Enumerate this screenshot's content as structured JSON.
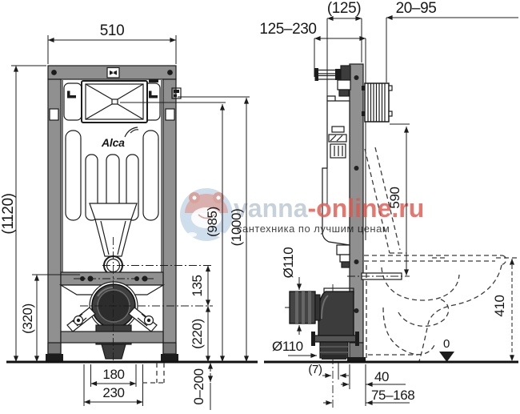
{
  "page": {
    "background": "#ffffff"
  },
  "brand": {
    "logo_text": "Alca"
  },
  "front_view": {
    "dims": {
      "width": "510",
      "overall_height": "(1120)",
      "lower_section_height": "(320)",
      "flush_to_drain": "135",
      "drain_center_height": "(220)",
      "flush_plate_center_height": "(985)",
      "bracket_height": "(1000)",
      "bolt_spacing": "180",
      "outer_bolt_spacing": "230",
      "leg_adjustment": "0–200"
    }
  },
  "side_view": {
    "dims": {
      "wall_anchor_range": "125–230",
      "frame_depth": "(125)",
      "finishing_thickness": "20–95",
      "flush_pipe_length": "590",
      "outlet_diameter": "Ø110",
      "drain_diameter": "Ø110",
      "bowl_top_height": "410",
      "floor_datum": "0",
      "outlet_offset": "(7)",
      "profile_depth": "40",
      "drain_axis_range": "75–168"
    }
  },
  "watermark": {
    "site_name": "vanna",
    "site_domain": "-online.ru",
    "tagline": "сантехника по лучшим ценам"
  },
  "colors": {
    "frame_gray": "#909090",
    "pipe_dark": "#3c3c3c",
    "watermark_blue": "#b8c6d2",
    "watermark_red": "#e0564c",
    "line_black": "#1c1c1c"
  }
}
